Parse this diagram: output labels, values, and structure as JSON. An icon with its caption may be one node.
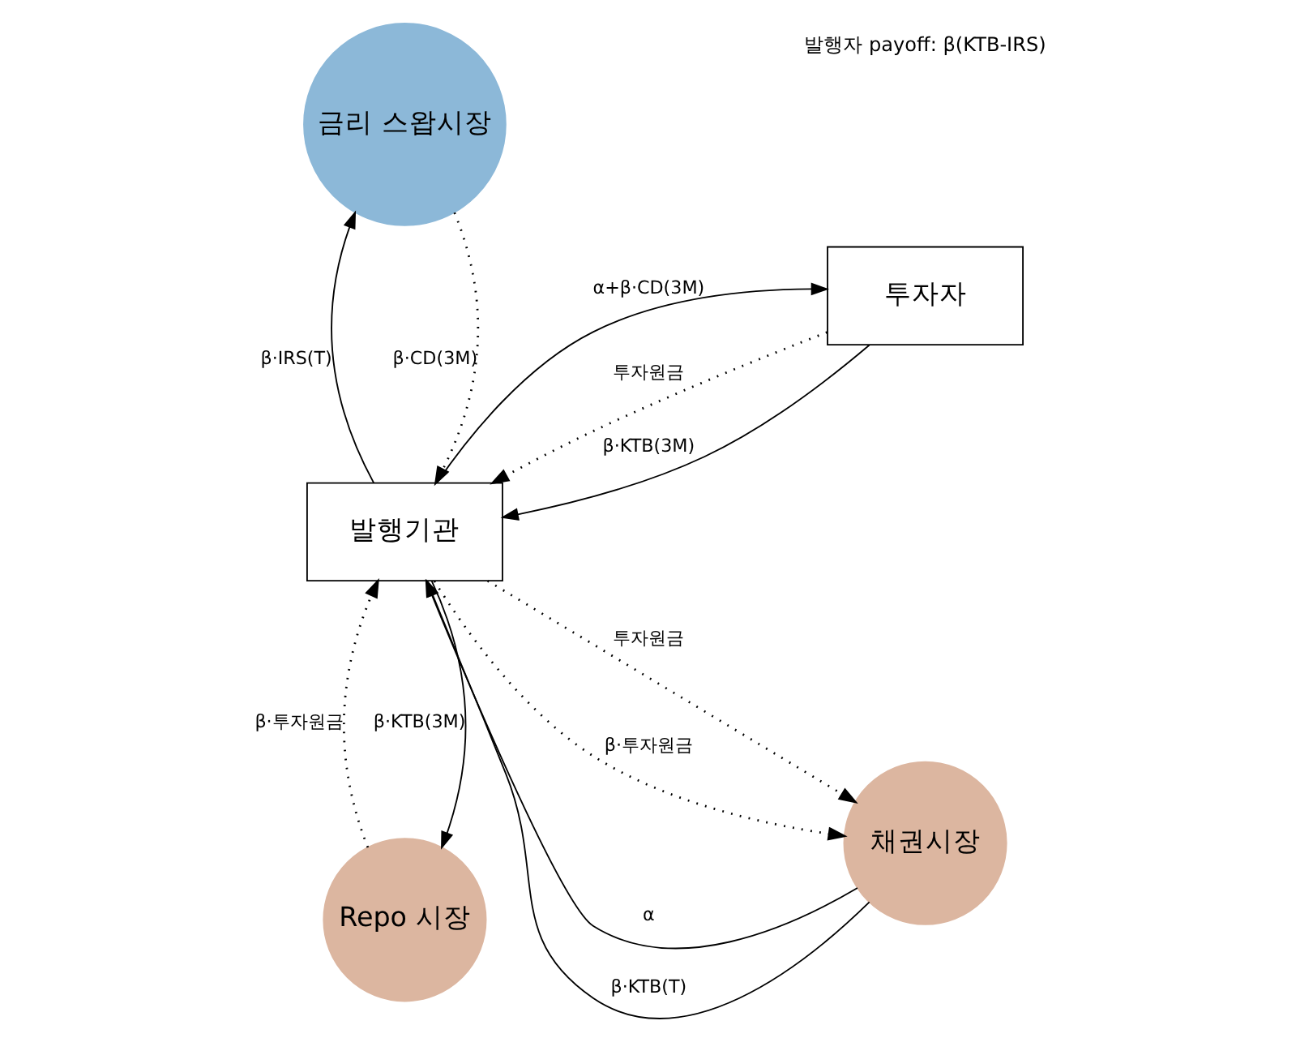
{
  "diagram": {
    "nodes": [
      {
        "text": [
          "Repo 시장"
        ]
      },
      {
        "text": [
          "투자자"
        ]
      },
      {
        "text": [
          "발행기관"
        ]
      },
      {
        "text": [
          "채권시장"
        ]
      },
      {
        "text": [
          "금리 스왑시장"
        ]
      }
    ],
    "edges": [
      {
        "from": 2,
        "to": 0,
        "arrow": "to",
        "label": "β·KTB(3M)"
      },
      {
        "from": 0,
        "to": 2,
        "arrow": "to",
        "label": "β·투자원금",
        "style": "dashed"
      },
      {
        "from": 1,
        "to": 2,
        "arrow": "to",
        "label": "투자원금",
        "style": "dashed"
      },
      {
        "from": 1,
        "to": 2,
        "arrow": "to",
        "label": "β·KTB(3M)"
      },
      {
        "from": 2,
        "to": 1,
        "arrow": "to",
        "label": "α+β·CD(3M)"
      },
      {
        "from": 2,
        "to": 3,
        "arrow": "to",
        "label": "투자원금",
        "style": "dashed"
      },
      {
        "from": 3,
        "to": 2,
        "arrow": "to",
        "label": "α"
      },
      {
        "from": 2,
        "to": 3,
        "arrow": "to",
        "label": "β·투자원금",
        "style": "dashed"
      },
      {
        "from": 3,
        "to": 2,
        "arrow": "to",
        "label": "β·KTB(T)"
      },
      {
        "from": 4,
        "to": 2,
        "arrow": "to",
        "label": "β·CD(3M)",
        "style": "dashed"
      },
      {
        "from": 2,
        "to": 4,
        "arrow": "to",
        "label": "β·IRS(T)"
      }
    ],
    "labels": [
      "발행자 payoff: β(KTB-IRS)"
    ]
  }
}
